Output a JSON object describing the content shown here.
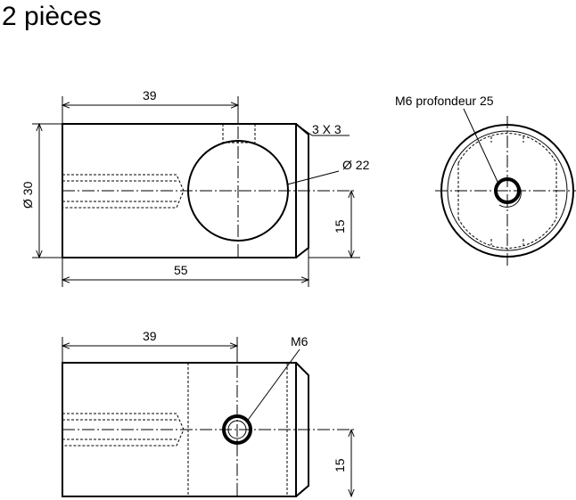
{
  "title": "2 pièces",
  "colors": {
    "ink": "#000000",
    "background": "#ffffff"
  },
  "front_view": {
    "dim_top": "39",
    "dim_diameter": "Ø 30",
    "dim_chamfer": "3 X 3",
    "dim_hole": "Ø 22",
    "dim_height": "15",
    "dim_length": "55"
  },
  "side_view": {
    "dim_thread": "M6 profondeur 25"
  },
  "top_view": {
    "dim_top": "39",
    "dim_thread": "M6",
    "dim_height": "15"
  }
}
